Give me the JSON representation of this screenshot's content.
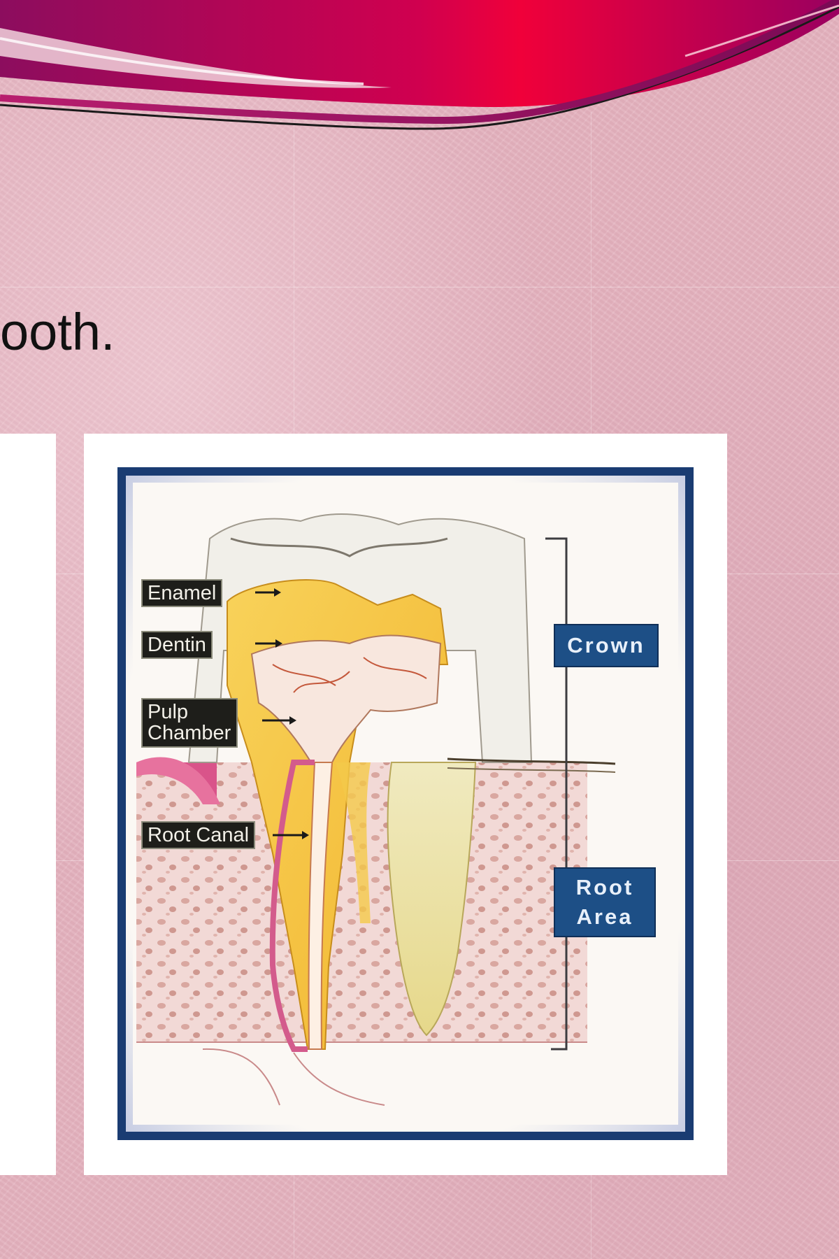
{
  "slide": {
    "title": "ooth."
  },
  "diagram": {
    "labels": {
      "enamel": "Enamel",
      "dentin": "Dentin",
      "pulp_chamber": "Pulp Chamber",
      "root_canal": "Root Canal"
    },
    "regions": {
      "crown": "Crown",
      "root_area": "Root Area"
    }
  },
  "colors": {
    "header_magenta": "#a0005a",
    "header_red": "#e8003c",
    "frame_blue": "#16386b",
    "label_bg": "#1e1e1a",
    "region_bg": "#1d4f86"
  }
}
